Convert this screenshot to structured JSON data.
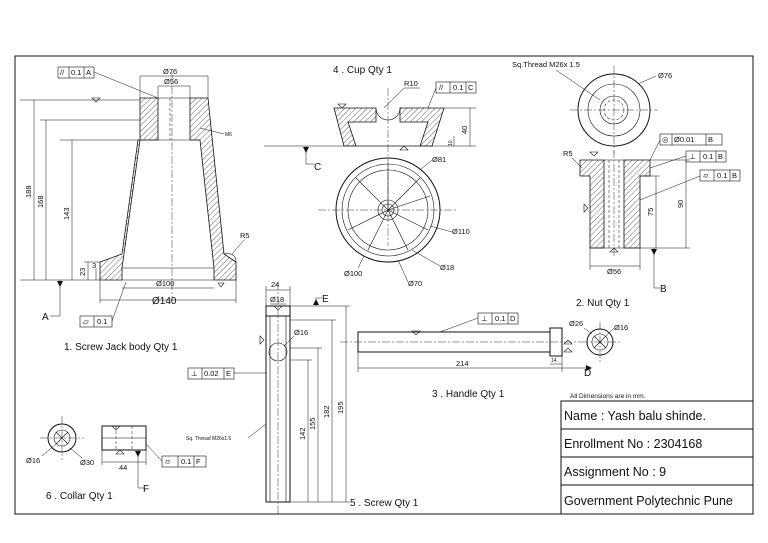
{
  "parts": {
    "body": {
      "title": "1. Screw Jack body Qty 1",
      "dims": [
        "Ø76",
        "Ø56",
        "188",
        "168",
        "143",
        "23",
        "3",
        "R5",
        "Ø100",
        "Ø140",
        "M6"
      ],
      "datum": "A",
      "frame_top": {
        "symbol": "//",
        "tol": "0.1",
        "ref": "A"
      },
      "frame_bottom": {
        "symbol": "▱",
        "tol": "0.1"
      }
    },
    "cup": {
      "title": "4 . Cup Qty 1",
      "dims": [
        "R10",
        "40",
        "10",
        "Ø81",
        "Ø110",
        "Ø18",
        "Ø70",
        "Ø100"
      ],
      "datum": "C",
      "frame": {
        "symbol": "//",
        "tol": "0.1",
        "ref": "C"
      }
    },
    "nut": {
      "title": "2. Nut Qty 1",
      "thread": "Sq.Thread M26x 1.5",
      "dims": [
        "Ø76",
        "R5",
        "75",
        "90",
        "Ø56"
      ],
      "datum": "B",
      "frame_conc": {
        "symbol": "◎",
        "tol": "Ø0.01",
        "ref": "B"
      },
      "frame_perp": {
        "symbol": "⊥",
        "tol": "0.1",
        "ref": "B"
      },
      "frame_cyl": {
        "symbol": "⌭",
        "tol": "0.1",
        "ref": "B"
      }
    },
    "handle": {
      "title": "3 . Handle Qty 1",
      "dims": [
        "Ø26",
        "Ø16",
        "214",
        "14"
      ],
      "datum": "D",
      "frame": {
        "symbol": "⊥",
        "tol": "0.1",
        "ref": "D"
      }
    },
    "screw": {
      "title": "5 . Screw Qty 1",
      "thread": "Sq. Thread M26x1.5",
      "dims": [
        "24",
        "Ø18",
        "Ø16",
        "142",
        "155",
        "182",
        "195"
      ],
      "datum": "E",
      "frame": {
        "symbol": "⊥",
        "tol": "0.02",
        "ref": "E"
      }
    },
    "collar": {
      "title": "6 . Collar Qty 1",
      "dims": [
        "Ø16",
        "Ø30",
        "44"
      ],
      "datum": "F",
      "frame": {
        "symbol": "⌭",
        "tol": "0.1",
        "ref": "F"
      }
    }
  },
  "note": "All Dimensions are in mm.",
  "title_block": {
    "name": "Name : Yash balu shinde.",
    "enrollment": "Enrollment No : 2304168",
    "assignment": "Assignment No : 9",
    "institute": "Government Polytechnic Pune"
  },
  "colors": {
    "ink": "#111111",
    "paper": "#ffffff"
  }
}
